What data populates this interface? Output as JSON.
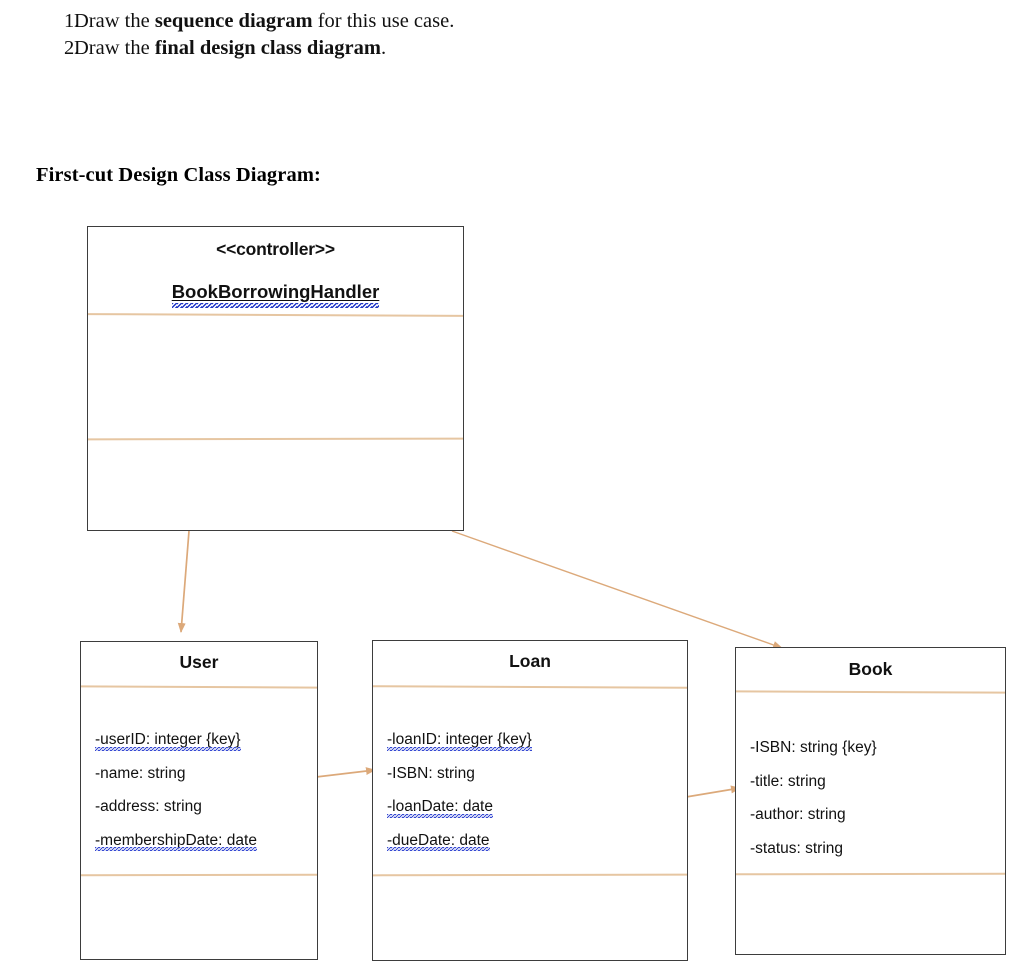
{
  "questions": [
    {
      "num": "1.",
      "prefix": "Draw the ",
      "bold": "sequence diagram",
      "suffix": " for this use case."
    },
    {
      "num": "2.",
      "prefix": "Draw the ",
      "bold": "final design class diagram",
      "suffix": "."
    }
  ],
  "section": {
    "heading": "First-cut Design Class Diagram:"
  },
  "colors": {
    "box_border": "#3d3d3d",
    "divider": "#e6c6a2",
    "connector": "#dca97a",
    "spellcheck_squiggle": "#2b3fd0",
    "text": "#111111",
    "background": "#ffffff"
  },
  "diagram": {
    "type": "uml-class-diagram",
    "classes": [
      {
        "id": "controller",
        "stereotype": "<<controller>>",
        "name": "BookBorrowingHandler",
        "name_underlined": true,
        "name_spellchecked": true,
        "attributes": [],
        "operations": [],
        "compartments": 3
      },
      {
        "id": "user",
        "stereotype": "",
        "name": "User",
        "attributes": [
          {
            "text": "-userID: integer {key}",
            "spellchecked_part": "userID"
          },
          {
            "text": "-name: string",
            "spellchecked_part": ""
          },
          {
            "text": "-address: string",
            "spellchecked_part": ""
          },
          {
            "text": "-membershipDate: date",
            "spellchecked_part": "membershipDate"
          }
        ],
        "operations": [],
        "compartments": 3
      },
      {
        "id": "loan",
        "stereotype": "",
        "name": "Loan",
        "attributes": [
          {
            "text": "-loanID: integer {key}",
            "spellchecked_part": "loanID"
          },
          {
            "text": "-ISBN: string",
            "spellchecked_part": ""
          },
          {
            "text": "-loanDate: date",
            "spellchecked_part": "loanDate"
          },
          {
            "text": "-dueDate: date",
            "spellchecked_part": "dueDate"
          }
        ],
        "operations": [],
        "compartments": 3
      },
      {
        "id": "book",
        "stereotype": "",
        "name": "Book",
        "attributes": [
          {
            "text": "-ISBN: string {key}",
            "spellchecked_part": ""
          },
          {
            "text": "-title: string",
            "spellchecked_part": ""
          },
          {
            "text": "-author: string",
            "spellchecked_part": ""
          },
          {
            "text": "-status: string",
            "spellchecked_part": ""
          }
        ],
        "operations": [],
        "compartments": 3
      }
    ],
    "connectors": [
      {
        "id": "controller-to-user",
        "from": "controller",
        "to": "user",
        "style": "solid",
        "arrowhead": "filled-triangle"
      },
      {
        "id": "controller-to-book",
        "from": "controller",
        "to": "book",
        "style": "solid",
        "arrowhead": "filled-triangle"
      },
      {
        "id": "user-to-loan",
        "from": "user",
        "to": "loan",
        "style": "solid",
        "arrowhead": "filled-triangle"
      },
      {
        "id": "loan-to-book",
        "from": "loan",
        "to": "book",
        "style": "solid",
        "arrowhead": "filled-triangle"
      }
    ]
  }
}
